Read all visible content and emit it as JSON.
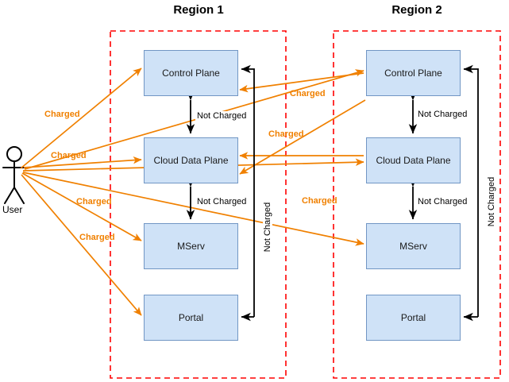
{
  "diagram": {
    "title_left": "Region 1",
    "title_right": "Region 2",
    "user_label": "User",
    "colors": {
      "charged": "#f08000",
      "not_charged": "#000000",
      "region_border": "#ff0000",
      "node_fill": "#cfe2f7",
      "node_stroke": "#7196c4"
    },
    "regions": [
      {
        "name": "Region 1",
        "nodes": [
          {
            "id": "cp1",
            "label": "Control Plane"
          },
          {
            "id": "cdp1",
            "label": "Cloud Data Plane"
          },
          {
            "id": "ms1",
            "label": "MServ"
          },
          {
            "id": "pt1",
            "label": "Portal"
          }
        ]
      },
      {
        "name": "Region 2",
        "nodes": [
          {
            "id": "cp2",
            "label": "Control Plane"
          },
          {
            "id": "cdp2",
            "label": "Cloud Data Plane"
          },
          {
            "id": "ms2",
            "label": "MServ"
          },
          {
            "id": "pt2",
            "label": "Portal"
          }
        ]
      }
    ],
    "labels": {
      "charged": "Charged",
      "not_charged": "Not Charged"
    },
    "edges": [
      {
        "id": "u-cp1",
        "from": "User",
        "to": "cp1",
        "label": "Charged",
        "kind": "charged"
      },
      {
        "id": "u-cdp1",
        "from": "User",
        "to": "cdp1",
        "label": "Charged",
        "kind": "charged"
      },
      {
        "id": "u-ms1",
        "from": "User",
        "to": "ms1",
        "label": "Charged",
        "kind": "charged"
      },
      {
        "id": "u-pt1",
        "from": "User",
        "to": "pt1",
        "label": "Charged",
        "kind": "charged"
      },
      {
        "id": "cp2-u",
        "from": "cp2",
        "to": "User",
        "label": "Charged",
        "kind": "charged"
      },
      {
        "id": "cdp2-u",
        "from": "cdp2",
        "to": "User",
        "label": "Charged",
        "kind": "charged"
      },
      {
        "id": "u-cp2",
        "from": "User",
        "to": "cp2",
        "label": "Charged",
        "kind": "charged"
      },
      {
        "id": "u-cdp2",
        "from": "User",
        "to": "cdp2",
        "label": "Charged",
        "kind": "charged"
      },
      {
        "id": "u-ms2",
        "from": "User",
        "to": "ms2",
        "label": "Charged",
        "kind": "charged"
      },
      {
        "id": "cp1-cdp1",
        "from": "cp1",
        "to": "cdp1",
        "label": "Not Charged",
        "kind": "not-charged"
      },
      {
        "id": "cdp1-ms1",
        "from": "cdp1",
        "to": "ms1",
        "label": "Not Charged",
        "kind": "not-charged"
      },
      {
        "id": "pt1-cp1",
        "from": "pt1",
        "to": "cp1",
        "label": "Not Charged",
        "kind": "not-charged"
      },
      {
        "id": "cp2-cdp2",
        "from": "cp2",
        "to": "cdp2",
        "label": "Not Charged",
        "kind": "not-charged"
      },
      {
        "id": "cdp2-ms2",
        "from": "cdp2",
        "to": "ms2",
        "label": "Not Charged",
        "kind": "not-charged"
      },
      {
        "id": "pt2-cp2",
        "from": "pt2",
        "to": "cp2",
        "label": "Not Charged",
        "kind": "not-charged"
      }
    ]
  }
}
